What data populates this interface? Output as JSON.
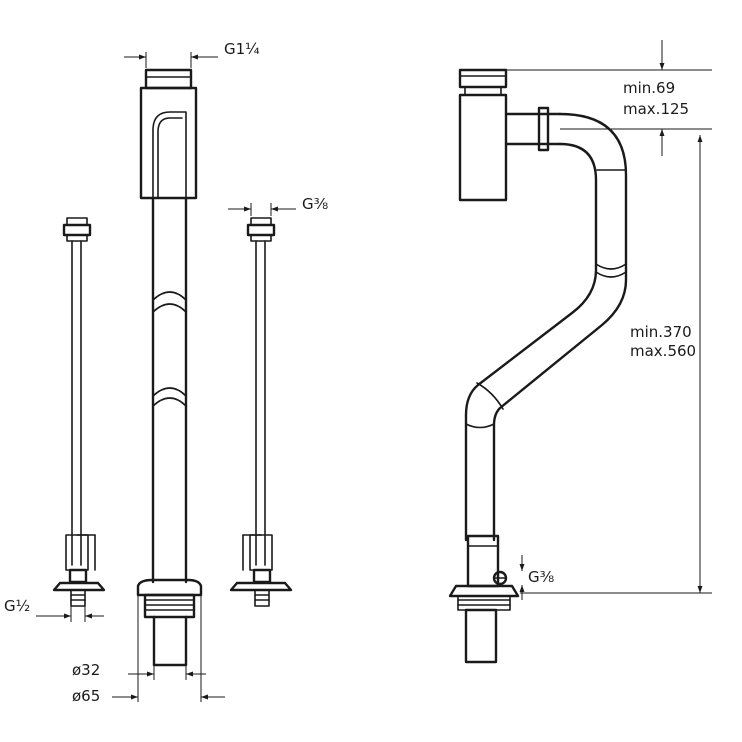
{
  "labels": {
    "top_thread": "G1¼",
    "riser_thread_right": "G⅜",
    "riser_thread_left": "G½",
    "dia_inner": "ø32",
    "dia_outer": "ø65",
    "side_thread": "G⅜",
    "height_top_min": "min.69",
    "height_top_max": "max.125",
    "height_total_min": "min.370",
    "height_total_max": "max.560"
  }
}
